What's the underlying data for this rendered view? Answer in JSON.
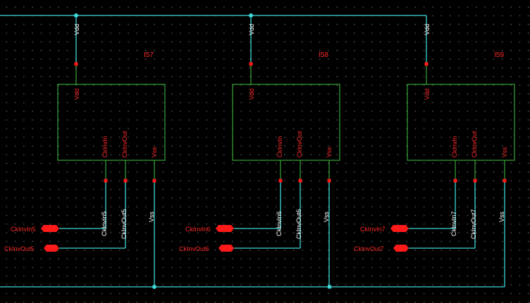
{
  "net_labels": {
    "vdd": "Vdd",
    "vss": "Vss"
  },
  "instances": [
    {
      "name": "I57",
      "pins": {
        "vdd": "Vdd",
        "in": "CkInvIn",
        "out": "CkInvOut",
        "vss": "Vss"
      },
      "in_net": "CkInvIn5",
      "out_net": "CkInvOut5",
      "in_port": "CkInvIn5",
      "out_port": "CkInvOut5"
    },
    {
      "name": "I58",
      "pins": {
        "vdd": "Vdd",
        "in": "CkInvIn",
        "out": "CkInvOut",
        "vss": "Vss"
      },
      "in_net": "CkInvIn6",
      "out_net": "CkInvOut6",
      "in_port": "CkInvIn6",
      "out_port": "CkInvOut6"
    },
    {
      "name": "I59",
      "pins": {
        "vdd": "Vdd",
        "in": "CkInvIn",
        "out": "CkInvOut",
        "vss": "Vss"
      },
      "in_net": "CkInvIn7",
      "out_net": "CkInvOut7",
      "in_port": "CkInvIn7",
      "out_port": "CkInvOut7"
    }
  ],
  "colors": {
    "background": "#000000",
    "wire": "#3fd8d8",
    "symbol_outline": "#3aa53a",
    "pin_and_label": "#ff2a2a",
    "net_label": "#ffffff"
  }
}
